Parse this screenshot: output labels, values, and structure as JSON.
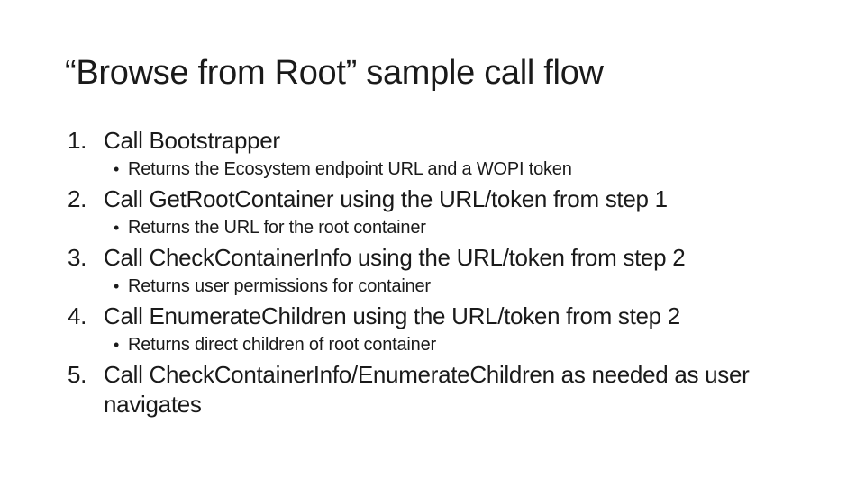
{
  "slide": {
    "title": "“Browse from Root” sample call flow",
    "bullet_char": "•",
    "steps": [
      {
        "number": "1.",
        "text": "Call Bootstrapper",
        "bullets": [
          "Returns the Ecosystem endpoint URL and a WOPI token"
        ]
      },
      {
        "number": "2.",
        "text": "Call GetRootContainer using the URL/token from step 1",
        "bullets": [
          "Returns the URL for the root container"
        ]
      },
      {
        "number": "3.",
        "text": "Call CheckContainerInfo using the URL/token from step 2",
        "bullets": [
          "Returns user permissions for container"
        ]
      },
      {
        "number": "4.",
        "text": "Call EnumerateChildren using the URL/token from step 2",
        "bullets": [
          "Returns direct children of root container"
        ]
      },
      {
        "number": "5.",
        "text": "Call CheckContainerInfo/EnumerateChildren as needed as user navigates",
        "bullets": []
      }
    ],
    "colors": {
      "background": "#ffffff",
      "text": "#1a1a1a"
    }
  }
}
